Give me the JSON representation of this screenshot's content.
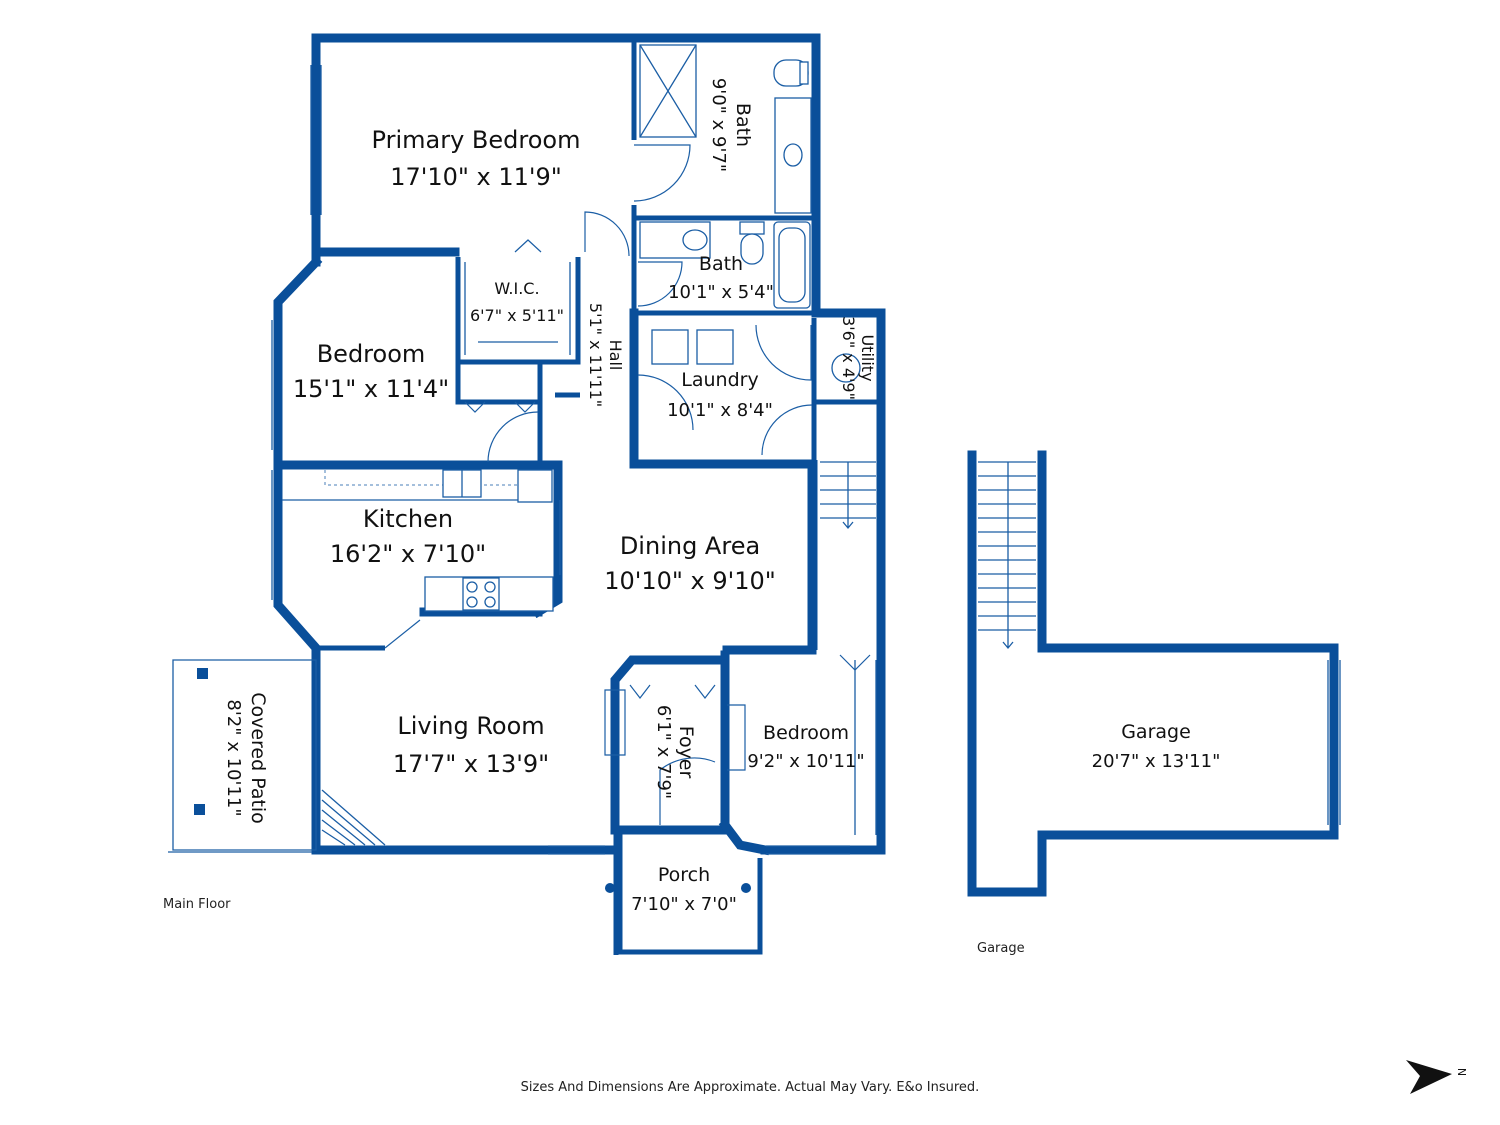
{
  "rooms": {
    "primary_bedroom": {
      "name": "Primary Bedroom",
      "dims": "17'10\" x 11'9\""
    },
    "bath_primary": {
      "name": "Bath",
      "dims": "9'0\" x 9'7\""
    },
    "bath_main": {
      "name": "Bath",
      "dims": "10'1\" x 5'4\""
    },
    "wic": {
      "name": "W.I.C.",
      "dims": "6'7\" x 5'11\""
    },
    "hall": {
      "name": "Hall",
      "dims": "5'1\" x 11'11\""
    },
    "bedroom_west": {
      "name": "Bedroom",
      "dims": "15'1\" x 11'4\""
    },
    "laundry": {
      "name": "Laundry",
      "dims": "10'1\" x 8'4\""
    },
    "utility": {
      "name": "Utility",
      "dims": "3'6\" x 4'9\""
    },
    "kitchen": {
      "name": "Kitchen",
      "dims": "16'2\" x 7'10\""
    },
    "dining_area": {
      "name": "Dining Area",
      "dims": "10'10\" x 9'10\""
    },
    "living_room": {
      "name": "Living Room",
      "dims": "17'7\" x 13'9\""
    },
    "covered_patio": {
      "name": "Covered Patio",
      "dims": "8'2\" x 10'11\""
    },
    "foyer": {
      "name": "Foyer",
      "dims": "6'1\" x 7'9\""
    },
    "bedroom_east": {
      "name": "Bedroom",
      "dims": "9'2\" x 10'11\""
    },
    "porch": {
      "name": "Porch",
      "dims": "7'10\" x 7'0\""
    },
    "garage": {
      "name": "Garage",
      "dims": "20'7\" x 13'11\""
    }
  },
  "labels": {
    "main_floor": "Main Floor",
    "garage_floor": "Garage",
    "disclaimer": "Sizes And Dimensions Are Approximate. Actual May Vary. E&o Insured.",
    "north": "N"
  },
  "colors": {
    "wall": "#0a4f9a",
    "line": "#1b5ea5"
  },
  "icons": [
    "compass-arrow-icon"
  ]
}
